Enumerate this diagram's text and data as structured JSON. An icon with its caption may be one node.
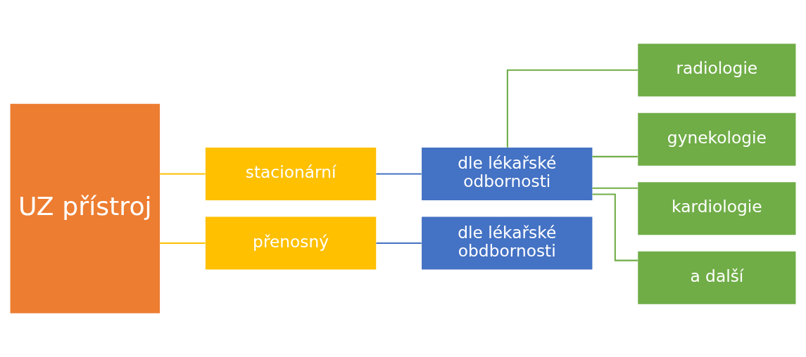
{
  "diagram": {
    "nodes": [
      {
        "text": [
          "UZ přístroj"
        ]
      },
      {
        "text": [
          "stacionární"
        ]
      },
      {
        "text": [
          "přenosný"
        ]
      },
      {
        "text": [
          "dle lékařské odbornosti"
        ]
      },
      {
        "text": [
          "dle lékařské obdbornosti"
        ]
      },
      {
        "text": [
          "radiologie"
        ]
      },
      {
        "text": [
          "gynekologie"
        ]
      },
      {
        "text": [
          "kardiologie"
        ]
      },
      {
        "text": [
          "a další"
        ]
      }
    ],
    "edges": [
      {
        "from": 0,
        "to": 1,
        "arrow": "none",
        "color": "#ffc000"
      },
      {
        "from": 0,
        "to": 2,
        "arrow": "none",
        "color": "#ffc000"
      },
      {
        "from": 1,
        "to": 3,
        "arrow": "none",
        "color": "#4472c4"
      },
      {
        "from": 2,
        "to": 4,
        "arrow": "none",
        "color": "#4472c4"
      },
      {
        "from": 3,
        "to": 5,
        "arrow": "none"
      },
      {
        "from": 3,
        "to": 6,
        "arrow": "none"
      },
      {
        "from": 3,
        "to": 7,
        "arrow": "none"
      },
      {
        "from": 3,
        "to": 8,
        "arrow": "none"
      }
    ]
  }
}
